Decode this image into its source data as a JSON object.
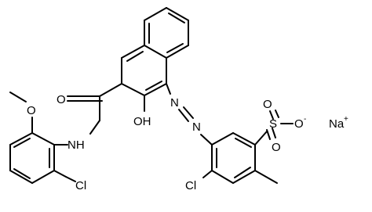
{
  "structure": {
    "atoms": {
      "methoxy": "O",
      "amide_nh": "NH",
      "amide_o": "O",
      "hydroxyl": "OH",
      "azo_n1": "N",
      "azo_n2": "N",
      "cl_left": "Cl",
      "cl_right": "Cl",
      "sulfur": "S",
      "sulfonate_o_top": "O",
      "sulfonate_o_right": "O",
      "sulfonate_o_bottom": "O",
      "sodium": "Na"
    },
    "charges": {
      "oxide": "-",
      "sodium": "+"
    }
  }
}
